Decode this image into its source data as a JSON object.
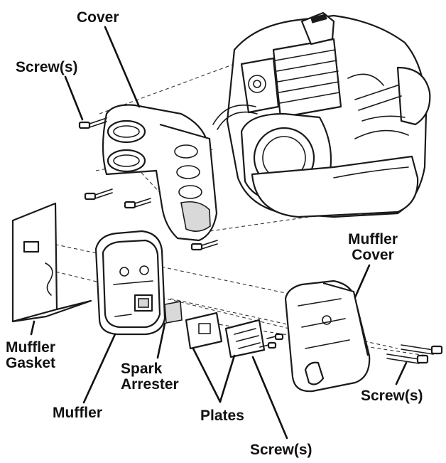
{
  "labels": {
    "cover": "Cover",
    "screws_top_left": "Screw(s)",
    "muffler_cover_line1": "Muffler",
    "muffler_cover_line2": "Cover",
    "muffler_gasket_line1": "Muffler",
    "muffler_gasket_line2": "Gasket",
    "muffler": "Muffler",
    "spark_arrester_line1": "Spark",
    "spark_arrester_line2": "Arrester",
    "plates": "Plates",
    "screws_bottom": "Screw(s)",
    "screws_right": "Screw(s)"
  },
  "colors": {
    "line": "#1a1a1a",
    "background": "#ffffff",
    "shade": "#d9d9d9"
  }
}
